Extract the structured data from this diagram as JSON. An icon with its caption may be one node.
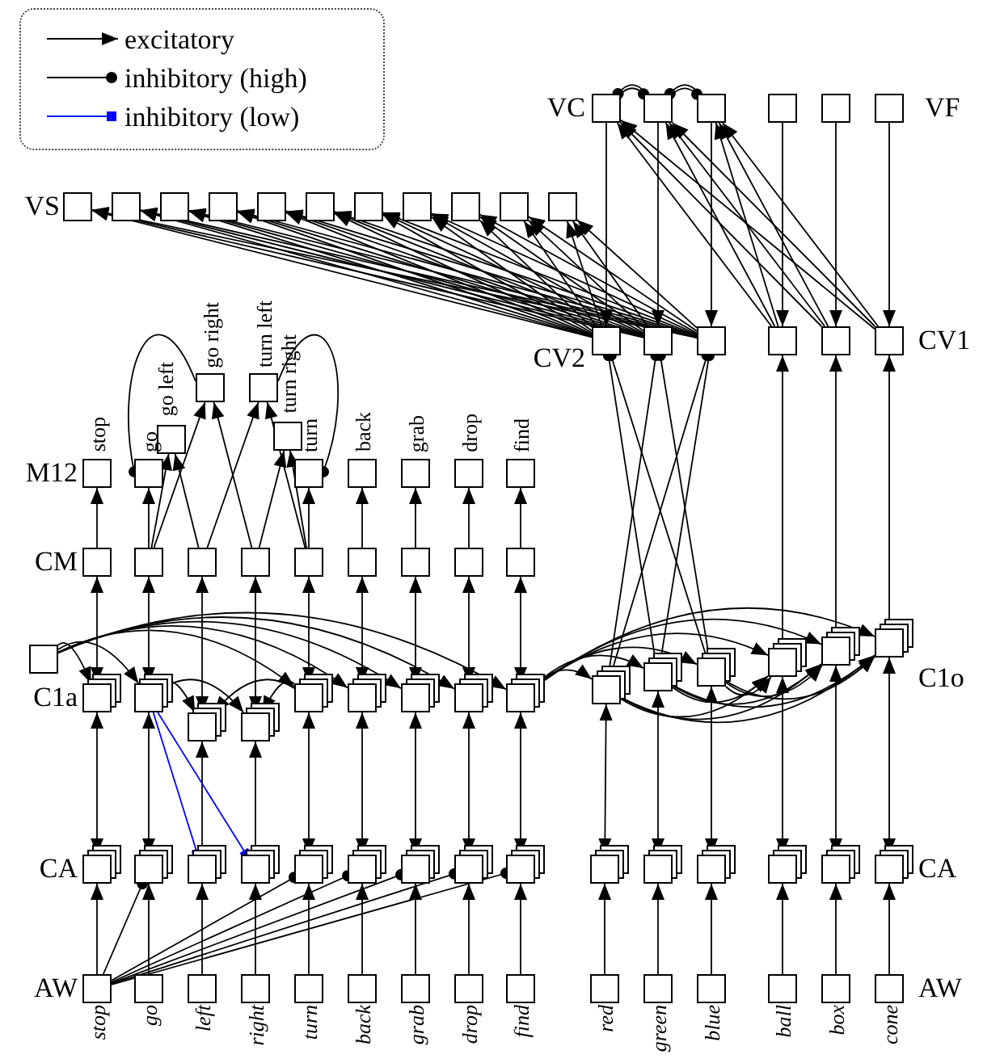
{
  "diagram": {
    "nodes": [
      {
        "text": [],
        "shape": "box"
      },
      {
        "text": [],
        "shape": "box"
      },
      {
        "text": [],
        "shape": "box"
      },
      {
        "text": [],
        "shape": "box"
      },
      {
        "text": [],
        "shape": "box"
      },
      {
        "text": [],
        "shape": "box"
      },
      {
        "text": [],
        "shape": "box"
      },
      {
        "text": [],
        "shape": "box"
      },
      {
        "text": [],
        "shape": "box"
      },
      {
        "text": [],
        "shape": "box"
      },
      {
        "text": [],
        "shape": "box"
      },
      {
        "text": [],
        "shape": "box"
      },
      {
        "text": [],
        "shape": "box"
      },
      {
        "text": [],
        "shape": "box"
      },
      {
        "text": [],
        "shape": "box"
      },
      {
        "text": [],
        "shape": "box"
      },
      {
        "text": [],
        "shape": "box"
      },
      {
        "text": [],
        "shape": "box"
      },
      {
        "text": [],
        "shape": "box"
      },
      {
        "text": [],
        "shape": "box"
      },
      {
        "text": [],
        "shape": "box"
      },
      {
        "text": [],
        "shape": "box"
      },
      {
        "text": [],
        "shape": "box"
      },
      {
        "text": [],
        "shape": "box",
        "beside": [
          "go right"
        ]
      },
      {
        "text": [],
        "shape": "box",
        "beside": [
          "turn left"
        ]
      },
      {
        "text": [],
        "shape": "box",
        "beside": [
          "go left"
        ]
      },
      {
        "text": [],
        "shape": "box",
        "beside": [
          "turn right"
        ]
      },
      {
        "text": [],
        "shape": "box",
        "beside": [
          "stop"
        ]
      },
      {
        "text": [],
        "shape": "box",
        "beside": [
          "go"
        ]
      },
      {
        "text": [],
        "shape": "box",
        "beside": [
          "turn"
        ]
      },
      {
        "text": [],
        "shape": "box",
        "beside": [
          "back"
        ]
      },
      {
        "text": [],
        "shape": "box",
        "beside": [
          "grab"
        ]
      },
      {
        "text": [],
        "shape": "box",
        "beside": [
          "drop"
        ]
      },
      {
        "text": [],
        "shape": "box",
        "beside": [
          "find"
        ]
      },
      {
        "text": [],
        "shape": "box"
      },
      {
        "text": [],
        "shape": "box"
      },
      {
        "text": [],
        "shape": "box"
      },
      {
        "text": [],
        "shape": "box"
      },
      {
        "text": [],
        "shape": "box"
      },
      {
        "text": [],
        "shape": "box"
      },
      {
        "text": [],
        "shape": "box"
      },
      {
        "text": [],
        "shape": "box"
      },
      {
        "text": [],
        "shape": "box"
      },
      {
        "text": [],
        "shape": "box"
      },
      {
        "text": [],
        "shape": "box"
      },
      {
        "text": [],
        "shape": "box"
      },
      {
        "text": [],
        "shape": "box"
      },
      {
        "text": [],
        "shape": "box"
      },
      {
        "text": [],
        "shape": "box"
      },
      {
        "text": [],
        "shape": "box"
      },
      {
        "text": [],
        "shape": "box"
      },
      {
        "text": [],
        "shape": "box"
      },
      {
        "text": [],
        "shape": "box"
      },
      {
        "text": [],
        "shape": "box"
      },
      {
        "text": [],
        "shape": "box"
      },
      {
        "text": [],
        "shape": "box"
      },
      {
        "text": [],
        "shape": "box"
      },
      {
        "text": [],
        "shape": "box"
      },
      {
        "text": [],
        "shape": "box"
      },
      {
        "text": [],
        "shape": "box"
      },
      {
        "text": [],
        "shape": "box"
      },
      {
        "text": [],
        "shape": "box"
      },
      {
        "text": [],
        "shape": "box"
      },
      {
        "text": [],
        "shape": "box"
      },
      {
        "text": [],
        "shape": "box"
      },
      {
        "text": [],
        "shape": "box"
      },
      {
        "text": [],
        "shape": "box"
      },
      {
        "text": [],
        "shape": "box"
      },
      {
        "text": [],
        "shape": "box"
      },
      {
        "text": [],
        "shape": "box"
      },
      {
        "text": [],
        "shape": "box"
      },
      {
        "text": [],
        "shape": "box"
      },
      {
        "text": [],
        "shape": "box"
      },
      {
        "text": [],
        "shape": "box"
      },
      {
        "text": [],
        "shape": "box",
        "beside": [
          "stop"
        ]
      },
      {
        "text": [],
        "shape": "box",
        "beside": [
          "go"
        ]
      },
      {
        "text": [],
        "shape": "box",
        "beside": [
          "left"
        ]
      },
      {
        "text": [],
        "shape": "box",
        "beside": [
          "right"
        ]
      },
      {
        "text": [],
        "shape": "box",
        "beside": [
          "turn"
        ]
      },
      {
        "text": [],
        "shape": "box",
        "beside": [
          "back"
        ]
      },
      {
        "text": [],
        "shape": "box",
        "beside": [
          "grab"
        ]
      },
      {
        "text": [],
        "shape": "box",
        "beside": [
          "drop"
        ]
      },
      {
        "text": [],
        "shape": "box",
        "beside": [
          "find"
        ]
      },
      {
        "text": [],
        "shape": "box",
        "beside": [
          "red"
        ]
      },
      {
        "text": [],
        "shape": "box",
        "beside": [
          "green"
        ]
      },
      {
        "text": [],
        "shape": "box",
        "beside": [
          "blue"
        ]
      },
      {
        "text": [],
        "shape": "box",
        "beside": [
          "ball"
        ]
      },
      {
        "text": [],
        "shape": "box",
        "beside": [
          "box"
        ]
      },
      {
        "text": [],
        "shape": "box",
        "beside": [
          "cone"
        ]
      }
    ],
    "edges": [
      {
        "from": 74,
        "to": 59,
        "arrow": "to"
      },
      {
        "from": 75,
        "to": 60,
        "arrow": "to"
      },
      {
        "from": 76,
        "to": 61,
        "arrow": "to"
      },
      {
        "from": 77,
        "to": 62,
        "arrow": "to"
      },
      {
        "from": 78,
        "to": 63,
        "arrow": "to"
      },
      {
        "from": 79,
        "to": 64,
        "arrow": "to"
      },
      {
        "from": 80,
        "to": 65,
        "arrow": "to"
      },
      {
        "from": 81,
        "to": 66,
        "arrow": "to"
      },
      {
        "from": 82,
        "to": 67,
        "arrow": "to"
      },
      {
        "from": 83,
        "to": 68,
        "arrow": "to"
      },
      {
        "from": 84,
        "to": 69,
        "arrow": "to"
      },
      {
        "from": 85,
        "to": 70,
        "arrow": "to"
      },
      {
        "from": 86,
        "to": 71,
        "arrow": "to"
      },
      {
        "from": 87,
        "to": 72,
        "arrow": "to"
      },
      {
        "from": 88,
        "to": 73,
        "arrow": "to"
      },
      {
        "from": 74,
        "to": 60,
        "arrow": "other"
      },
      {
        "from": 74,
        "to": 63,
        "arrow": "other"
      },
      {
        "from": 74,
        "to": 64,
        "arrow": "other"
      },
      {
        "from": 74,
        "to": 65,
        "arrow": "other"
      },
      {
        "from": 74,
        "to": 66,
        "arrow": "other"
      },
      {
        "from": 74,
        "to": 67,
        "arrow": "other"
      },
      {
        "from": 59,
        "to": 44,
        "arrow": "both"
      },
      {
        "from": 60,
        "to": 45,
        "arrow": "both"
      },
      {
        "from": 63,
        "to": 46,
        "arrow": "both"
      },
      {
        "from": 64,
        "to": 47,
        "arrow": "both"
      },
      {
        "from": 65,
        "to": 48,
        "arrow": "both"
      },
      {
        "from": 66,
        "to": 49,
        "arrow": "both"
      },
      {
        "from": 67,
        "to": 50,
        "arrow": "both"
      },
      {
        "from": 61,
        "to": 51,
        "arrow": "to"
      },
      {
        "from": 62,
        "to": 52,
        "arrow": "to"
      },
      {
        "from": 45,
        "to": 61,
        "arrow": "other",
        "color": "#0000ff"
      },
      {
        "from": 45,
        "to": 62,
        "arrow": "other",
        "color": "#0000ff"
      },
      {
        "from": 44,
        "to": 34,
        "arrow": "both"
      },
      {
        "from": 45,
        "to": 35,
        "arrow": "both"
      },
      {
        "from": 51,
        "to": 36,
        "arrow": "both"
      },
      {
        "from": 52,
        "to": 37,
        "arrow": "both"
      },
      {
        "from": 46,
        "to": 38,
        "arrow": "both"
      },
      {
        "from": 47,
        "to": 39,
        "arrow": "both"
      },
      {
        "from": 48,
        "to": 40,
        "arrow": "both"
      },
      {
        "from": 49,
        "to": 41,
        "arrow": "both"
      },
      {
        "from": 50,
        "to": 42,
        "arrow": "both"
      },
      {
        "from": 43,
        "to": 44,
        "arrow": "to"
      },
      {
        "from": 43,
        "to": 45,
        "arrow": "to"
      },
      {
        "from": 43,
        "to": 46,
        "arrow": "to"
      },
      {
        "from": 43,
        "to": 47,
        "arrow": "to"
      },
      {
        "from": 43,
        "to": 48,
        "arrow": "to"
      },
      {
        "from": 43,
        "to": 49,
        "arrow": "to"
      },
      {
        "from": 43,
        "to": 50,
        "arrow": "to"
      },
      {
        "from": 45,
        "to": 51,
        "arrow": "to"
      },
      {
        "from": 45,
        "to": 52,
        "arrow": "to"
      },
      {
        "from": 46,
        "to": 51,
        "arrow": "to"
      },
      {
        "from": 46,
        "to": 52,
        "arrow": "to"
      },
      {
        "from": 34,
        "to": 27,
        "arrow": "to"
      },
      {
        "from": 35,
        "to": 28,
        "arrow": "to"
      },
      {
        "from": 38,
        "to": 29,
        "arrow": "to"
      },
      {
        "from": 39,
        "to": 30,
        "arrow": "to"
      },
      {
        "from": 40,
        "to": 31,
        "arrow": "to"
      },
      {
        "from": 41,
        "to": 32,
        "arrow": "to"
      },
      {
        "from": 42,
        "to": 33,
        "arrow": "to"
      },
      {
        "from": 35,
        "to": 25,
        "arrow": "to"
      },
      {
        "from": 35,
        "to": 23,
        "arrow": "to"
      },
      {
        "from": 36,
        "to": 25,
        "arrow": "to"
      },
      {
        "from": 36,
        "to": 24,
        "arrow": "to"
      },
      {
        "from": 37,
        "to": 23,
        "arrow": "to"
      },
      {
        "from": 37,
        "to": 26,
        "arrow": "to"
      },
      {
        "from": 38,
        "to": 24,
        "arrow": "to"
      },
      {
        "from": 38,
        "to": 26,
        "arrow": "to"
      },
      {
        "from": 23,
        "to": 28,
        "arrow": "other"
      },
      {
        "from": 24,
        "to": 29,
        "arrow": "other"
      },
      {
        "from": 50,
        "to": 53,
        "arrow": "to"
      },
      {
        "from": 50,
        "to": 54,
        "arrow": "to"
      },
      {
        "from": 50,
        "to": 55,
        "arrow": "to"
      },
      {
        "from": 50,
        "to": 56,
        "arrow": "to"
      },
      {
        "from": 50,
        "to": 57,
        "arrow": "to"
      },
      {
        "from": 50,
        "to": 58,
        "arrow": "to"
      },
      {
        "from": 53,
        "to": 56,
        "arrow": "to"
      },
      {
        "from": 53,
        "to": 57,
        "arrow": "to"
      },
      {
        "from": 53,
        "to": 58,
        "arrow": "to"
      },
      {
        "from": 54,
        "to": 56,
        "arrow": "to"
      },
      {
        "from": 54,
        "to": 57,
        "arrow": "to"
      },
      {
        "from": 54,
        "to": 58,
        "arrow": "to"
      },
      {
        "from": 55,
        "to": 56,
        "arrow": "to"
      },
      {
        "from": 55,
        "to": 57,
        "arrow": "to"
      },
      {
        "from": 55,
        "to": 58,
        "arrow": "to"
      },
      {
        "from": 68,
        "to": 53,
        "arrow": "both"
      },
      {
        "from": 69,
        "to": 54,
        "arrow": "both"
      },
      {
        "from": 70,
        "to": 55,
        "arrow": "both"
      },
      {
        "from": 71,
        "to": 56,
        "arrow": "both"
      },
      {
        "from": 72,
        "to": 57,
        "arrow": "both"
      },
      {
        "from": 73,
        "to": 58,
        "arrow": "both"
      },
      {
        "from": 56,
        "to": 20,
        "arrow": "to"
      },
      {
        "from": 57,
        "to": 21,
        "arrow": "to"
      },
      {
        "from": 58,
        "to": 22,
        "arrow": "to"
      },
      {
        "from": 54,
        "to": 17,
        "arrow": "other"
      },
      {
        "from": 55,
        "to": 17,
        "arrow": "other"
      },
      {
        "from": 53,
        "to": 18,
        "arrow": "other"
      },
      {
        "from": 55,
        "to": 18,
        "arrow": "other"
      },
      {
        "from": 53,
        "to": 19,
        "arrow": "other"
      },
      {
        "from": 54,
        "to": 19,
        "arrow": "other"
      },
      {
        "from": 3,
        "to": 20,
        "arrow": "to"
      },
      {
        "from": 4,
        "to": 21,
        "arrow": "to"
      },
      {
        "from": 5,
        "to": 22,
        "arrow": "to"
      },
      {
        "from": 20,
        "to": 0,
        "arrow": "to"
      },
      {
        "from": 20,
        "to": 1,
        "arrow": "to"
      },
      {
        "from": 20,
        "to": 2,
        "arrow": "to"
      },
      {
        "from": 21,
        "to": 0,
        "arrow": "to"
      },
      {
        "from": 21,
        "to": 1,
        "arrow": "to"
      },
      {
        "from": 21,
        "to": 2,
        "arrow": "to"
      },
      {
        "from": 22,
        "to": 0,
        "arrow": "to"
      },
      {
        "from": 22,
        "to": 1,
        "arrow": "to"
      },
      {
        "from": 22,
        "to": 2,
        "arrow": "to"
      },
      {
        "from": 0,
        "to": 17,
        "arrow": "to"
      },
      {
        "from": 1,
        "to": 18,
        "arrow": "to"
      },
      {
        "from": 2,
        "to": 19,
        "arrow": "to"
      },
      {
        "from": 0,
        "to": 1,
        "arrow": "other"
      },
      {
        "from": 1,
        "to": 0,
        "arrow": "other"
      },
      {
        "from": 1,
        "to": 2,
        "arrow": "other"
      },
      {
        "from": 2,
        "to": 1,
        "arrow": "other"
      },
      {
        "from": 17,
        "to": 6,
        "arrow": "to"
      },
      {
        "from": 17,
        "to": 7,
        "arrow": "to"
      },
      {
        "from": 17,
        "to": 8,
        "arrow": "to"
      },
      {
        "from": 17,
        "to": 9,
        "arrow": "to"
      },
      {
        "from": 17,
        "to": 10,
        "arrow": "to"
      },
      {
        "from": 17,
        "to": 11,
        "arrow": "to"
      },
      {
        "from": 17,
        "to": 12,
        "arrow": "to"
      },
      {
        "from": 17,
        "to": 13,
        "arrow": "to"
      },
      {
        "from": 17,
        "to": 14,
        "arrow": "to"
      },
      {
        "from": 17,
        "to": 15,
        "arrow": "to"
      },
      {
        "from": 17,
        "to": 16,
        "arrow": "to"
      },
      {
        "from": 18,
        "to": 6,
        "arrow": "to"
      },
      {
        "from": 18,
        "to": 7,
        "arrow": "to"
      },
      {
        "from": 18,
        "to": 8,
        "arrow": "to"
      },
      {
        "from": 18,
        "to": 9,
        "arrow": "to"
      },
      {
        "from": 18,
        "to": 10,
        "arrow": "to"
      },
      {
        "from": 18,
        "to": 11,
        "arrow": "to"
      },
      {
        "from": 18,
        "to": 12,
        "arrow": "to"
      },
      {
        "from": 18,
        "to": 13,
        "arrow": "to"
      },
      {
        "from": 18,
        "to": 14,
        "arrow": "to"
      },
      {
        "from": 18,
        "to": 15,
        "arrow": "to"
      },
      {
        "from": 18,
        "to": 16,
        "arrow": "to"
      },
      {
        "from": 19,
        "to": 6,
        "arrow": "to"
      },
      {
        "from": 19,
        "to": 7,
        "arrow": "to"
      },
      {
        "from": 19,
        "to": 8,
        "arrow": "to"
      },
      {
        "from": 19,
        "to": 9,
        "arrow": "to"
      },
      {
        "from": 19,
        "to": 10,
        "arrow": "to"
      },
      {
        "from": 19,
        "to": 11,
        "arrow": "to"
      },
      {
        "from": 19,
        "to": 12,
        "arrow": "to"
      },
      {
        "from": 19,
        "to": 13,
        "arrow": "to"
      },
      {
        "from": 19,
        "to": 14,
        "arrow": "to"
      },
      {
        "from": 19,
        "to": 15,
        "arrow": "to"
      },
      {
        "from": 19,
        "to": 16,
        "arrow": "to"
      }
    ],
    "labels": [
      "VC",
      "VF",
      "VS",
      "CV2",
      "CV1",
      "M12",
      "CM",
      "C1o",
      "C1a",
      "CA",
      "CA",
      "AW",
      "AW"
    ],
    "legend": [
      {
        "text": "excitatory"
      },
      {
        "text": "inhibitory (high)"
      },
      {
        "text": "inhibitory (low)"
      }
    ]
  }
}
